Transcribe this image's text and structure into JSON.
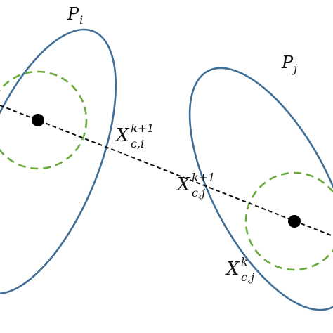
{
  "labels": {
    "set_i": {
      "base": "P",
      "sub": "i"
    },
    "set_j": {
      "base": "P",
      "sub": "j"
    },
    "x_ci_k1": {
      "base": "X",
      "sup": "k+1",
      "sub": "c,i"
    },
    "x_cj_k1": {
      "base": "X",
      "sup": "k+1",
      "sub": "c,j"
    },
    "x_cj_k": {
      "base": "X",
      "sup": "k",
      "sub": "c,j"
    }
  },
  "colors": {
    "ellipse_stroke": "#3f6e96",
    "circle_stroke": "#6aaa3c",
    "line_stroke": "#111111",
    "point_fill": "#000000"
  }
}
